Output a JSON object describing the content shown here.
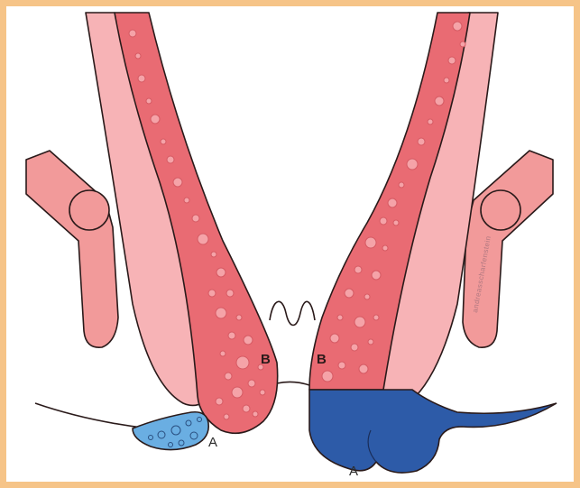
{
  "labels": {
    "left_muscle": "B",
    "right_muscle": "B",
    "left_abscess": "A",
    "right_abscess": "A"
  },
  "watermark": "andreasscharfenstein",
  "colors": {
    "frame": "#f6c488",
    "muscle_light": "#f7b3b6",
    "muscle_dark": "#e96b73",
    "limb": "#f29a9a",
    "cyst_light": "#6aaee2",
    "cyst_dark": "#2d5ba8",
    "outline": "#2a1a1a"
  }
}
